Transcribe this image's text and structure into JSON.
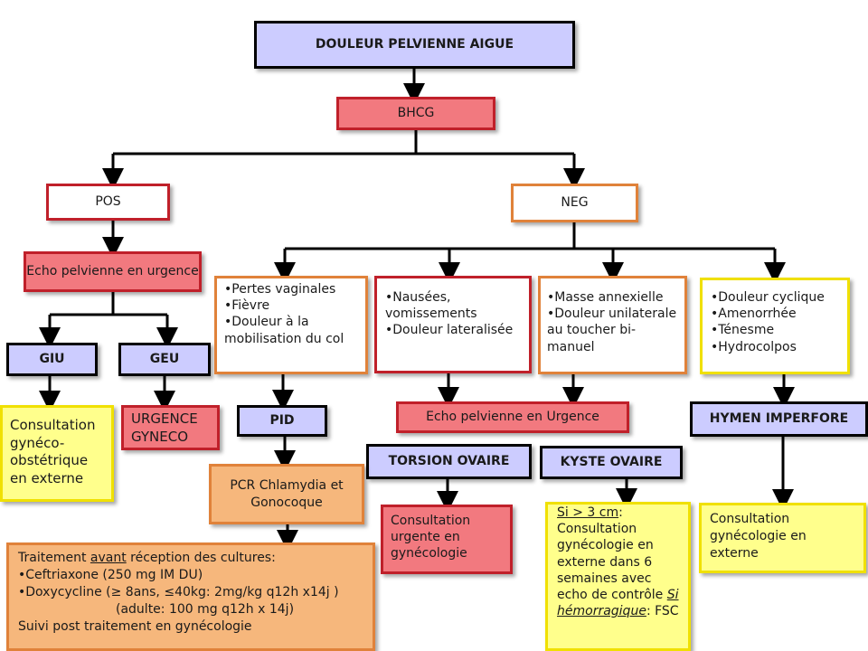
{
  "title": "DOULEUR PELVIENNE AIGUE",
  "bhcg": "BHCG",
  "pos": "POS",
  "neg": "NEG",
  "echo_urgence_pos": "Echo pelvienne en urgence",
  "giu": "GIU",
  "geu": "GEU",
  "consult_obst": "Consultation gynéco-obstétrique en externe",
  "urgence_gyneco": "URGENCE GYNECO",
  "pid_symptoms": [
    "•Pertes vaginales",
    "•Fièvre",
    "•Douleur à la mobilisation du col"
  ],
  "torsion_symptoms": [
    "•Nausées, vomissements",
    "•Douleur lateralisée"
  ],
  "kyste_symptoms": [
    "•Masse annexielle",
    "•Douleur unilaterale au toucher bi-manuel"
  ],
  "hymen_symptoms": [
    "•Douleur cyclique",
    "•Amenorrhée",
    "•Ténesme",
    "•Hydrocolpos"
  ],
  "pid": "PID",
  "pcr": "PCR Chlamydia et Gonocoque",
  "echo_urgence_neg": "Echo pelvienne en Urgence",
  "torsion": "TORSION OVAIRE",
  "kyste": "KYSTE OVAIRE",
  "hymen": "HYMEN IMPERFORE",
  "consult_urgente": "Consultation urgente en gynécologie",
  "consult_gyn_ext": "Consultation gynécologie en externe",
  "kyste_plan": {
    "cond1": "Si > 3 cm",
    "text1": ": Consultation gynécologie en externe dans 6 semaines avec echo de contrôle",
    "cond2": "Si hémorragique",
    "text2": ": FSC"
  },
  "treatment": {
    "line1_a": "Traitement ",
    "line1_u": "avant",
    "line1_b": " réception des cultures:",
    "line2": "•Ceftriaxone (250 mg IM DU)",
    "line3": "•Doxycycline (≥ 8ans, ≤40kg: 2mg/kg q12h x14j )",
    "line4": "(adulte: 100 mg q12h x 14j)",
    "line5": "Suivi post traitement en gynécologie"
  },
  "colors": {
    "lavender": "#ccccff",
    "red_fill": "#f2797f",
    "red_border": "#c0202a",
    "orange_border": "#e0823a",
    "orange_fill": "#f6b77c",
    "yellow_border": "#f0e000",
    "yellow_fill": "#ffff8c"
  }
}
